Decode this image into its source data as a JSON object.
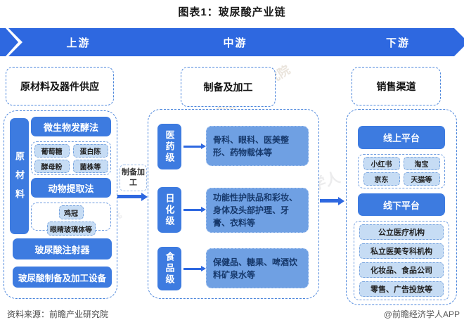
{
  "title": "图表1：玻尿酸产业链",
  "banner": {
    "stages": [
      "上游",
      "中游",
      "下游"
    ]
  },
  "upstream": {
    "header": "原材料及器件供应",
    "raw_material_label": "原材料",
    "fermentation": {
      "title": "微生物发酵法",
      "items": [
        "葡萄糖",
        "蛋白陈",
        "酵母粉",
        "菌株等"
      ]
    },
    "animal": {
      "title": "动物提取法",
      "items": [
        "鸡冠",
        "眼睛玻璃体等"
      ]
    },
    "devices": [
      "玻尿酸注射器",
      "玻尿酸制备及加工设备"
    ],
    "process_label": "制备加工"
  },
  "midstream": {
    "header": "制备及加工",
    "grades": [
      {
        "level": "医药级",
        "desc": "骨科、眼科、医美整形、药物载体等"
      },
      {
        "level": "日化级",
        "desc": "功能性护肤品和彩妆、身体及头部护理、牙膏、衣料等"
      },
      {
        "level": "食品级",
        "desc": "保健品、糖果、啤酒饮料矿泉水等"
      }
    ]
  },
  "downstream": {
    "header": "销售渠道",
    "online": {
      "title": "线上平台",
      "items": [
        "小红书",
        "淘宝",
        "京东",
        "天猫等"
      ]
    },
    "offline": {
      "title": "线下平台",
      "items": [
        "公立医疗机构",
        "私立医美专科机构",
        "化妆品、食品公司",
        "零售、广告投放等"
      ]
    }
  },
  "footer": {
    "source": "资料来源：前瞻产业研究院",
    "credit": "@前瞻经济学人APP"
  },
  "watermarks": {
    "brand1": "前瞻经济学人",
    "brand2": "前瞻产业研究院"
  },
  "colors": {
    "banner_blue": "#2E68E0",
    "box_blue": "#3D7BE0",
    "desc_blue": "#6FA0E3",
    "chip_blue": "#C6DCF4",
    "dashed_border_blue": "#4C86DC",
    "desc_text_navy": "#16386B"
  }
}
